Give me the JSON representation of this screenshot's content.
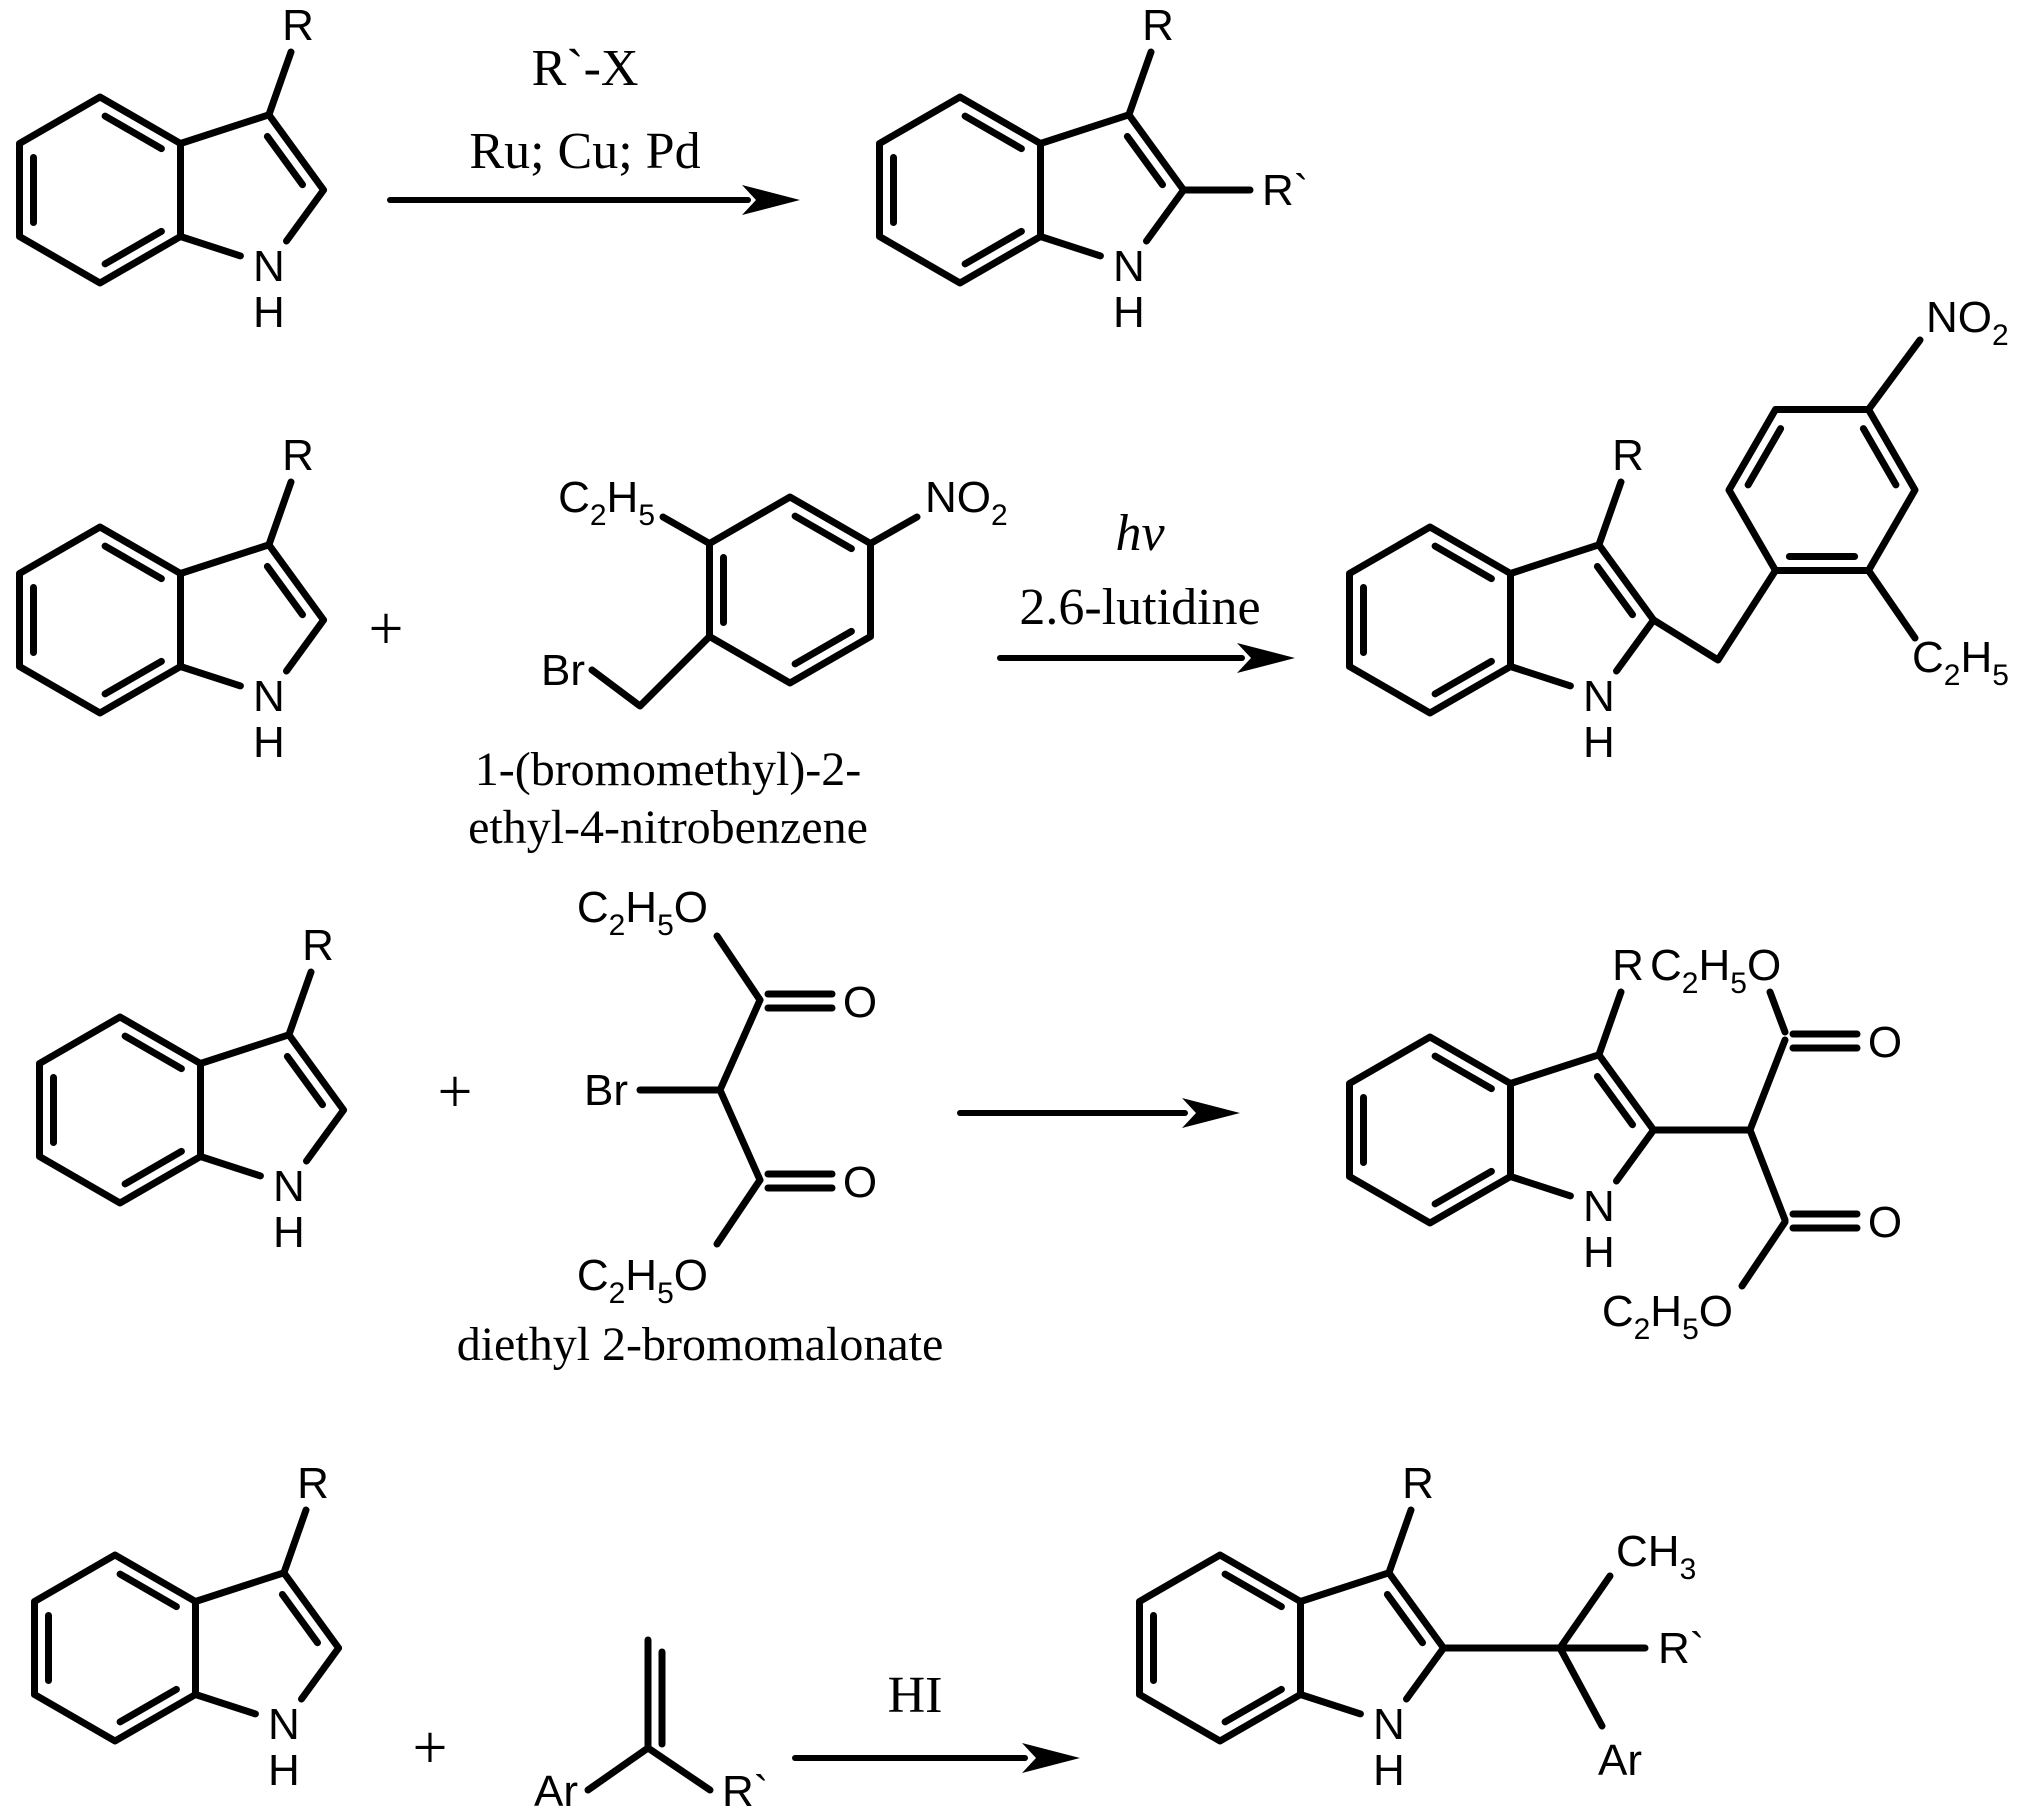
{
  "colors": {
    "ink": "#000000",
    "background": "#ffffff"
  },
  "atom_labels": {
    "r": "R",
    "r_prime": "R`",
    "n": "N",
    "h": "H",
    "br": "Br",
    "o": "O",
    "ar": "Ar",
    "plus": "+",
    "c2h5": [
      {
        "t": "C"
      },
      {
        "t": "2",
        "sub": true
      },
      {
        "t": "H"
      },
      {
        "t": "5",
        "sub": true
      }
    ],
    "c2h5o": [
      {
        "t": "C"
      },
      {
        "t": "2",
        "sub": true
      },
      {
        "t": "H"
      },
      {
        "t": "5",
        "sub": true
      },
      {
        "t": "O"
      }
    ],
    "no2": [
      {
        "t": "N"
      },
      {
        "t": "O"
      },
      {
        "t": "2",
        "sub": true
      }
    ],
    "ch3": [
      {
        "t": "C"
      },
      {
        "t": "H"
      },
      {
        "t": "3",
        "sub": true
      }
    ]
  },
  "reactions": [
    {
      "conditions_line1": "R`-X",
      "conditions_line2": "Ru; Cu; Pd"
    },
    {
      "conditions_line1": "hv",
      "conditions_line2": "2.6-lutidine",
      "reagent_caption_line1": "1-(bromomethyl)-2-",
      "reagent_caption_line2": "ethyl-4-nitrobenzene"
    },
    {
      "reagent_caption_line1": "diethyl 2-bromomalonate"
    },
    {
      "conditions_line1": "HI"
    }
  ]
}
